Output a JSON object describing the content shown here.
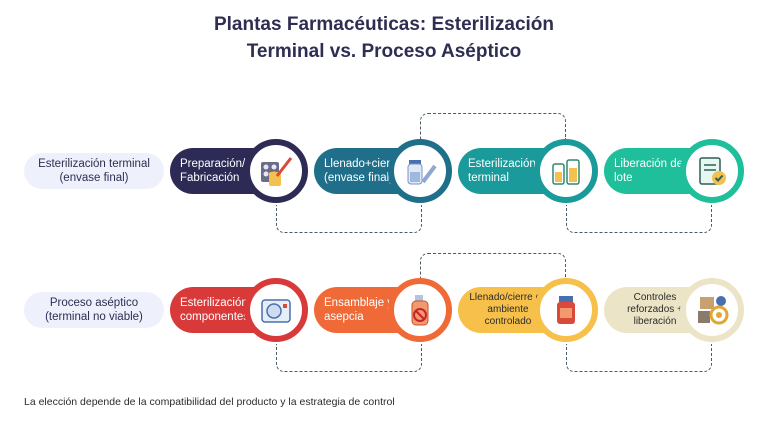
{
  "title_line1": "Plantas Farmacéuticas: Esterilización",
  "title_line2": "Terminal vs. Proceso Aséptico",
  "rows": [
    {
      "label_line1": "Esterilización terminal",
      "label_line2": "(envase final)",
      "steps": [
        {
          "line1": "Preparación/",
          "line2": "Fabricación",
          "color": "#2d2a55",
          "icon": "pills-syringe-icon"
        },
        {
          "line1": "Llenado+cierre",
          "line2": "(envase final)",
          "color": "#1f6f8b",
          "icon": "vial-syringe-icon"
        },
        {
          "line1": "Esterilización",
          "line2": "terminal",
          "color": "#1a9a9a",
          "icon": "bottles-icon"
        },
        {
          "line1": "Liberación del",
          "line2": "lote",
          "color": "#1fbf9b",
          "icon": "checklist-icon"
        }
      ]
    },
    {
      "label_line1": "Proceso aséptico",
      "label_line2": "(terminal no viable)",
      "steps": [
        {
          "line1": "Esterilización",
          "line2": "componentes",
          "color": "#d83a3a",
          "icon": "autoclave-icon"
        },
        {
          "line1": "Ensamblaje y",
          "line2": "asepcia",
          "color": "#f06a38",
          "icon": "spray-no-germs-icon"
        },
        {
          "line1": "Llenado/cierre en",
          "line2": "ambiente",
          "line3": "controlado",
          "color": "#f6c04a",
          "icon": "jar-icon"
        },
        {
          "line1": "Controles",
          "line2": "reforzados +",
          "line3": "liberación",
          "color": "#ece4c6",
          "icon": "quality-control-icon"
        }
      ]
    }
  ],
  "footer": "La elección depende de la compatibilidad del producto y la estrategia de control"
}
